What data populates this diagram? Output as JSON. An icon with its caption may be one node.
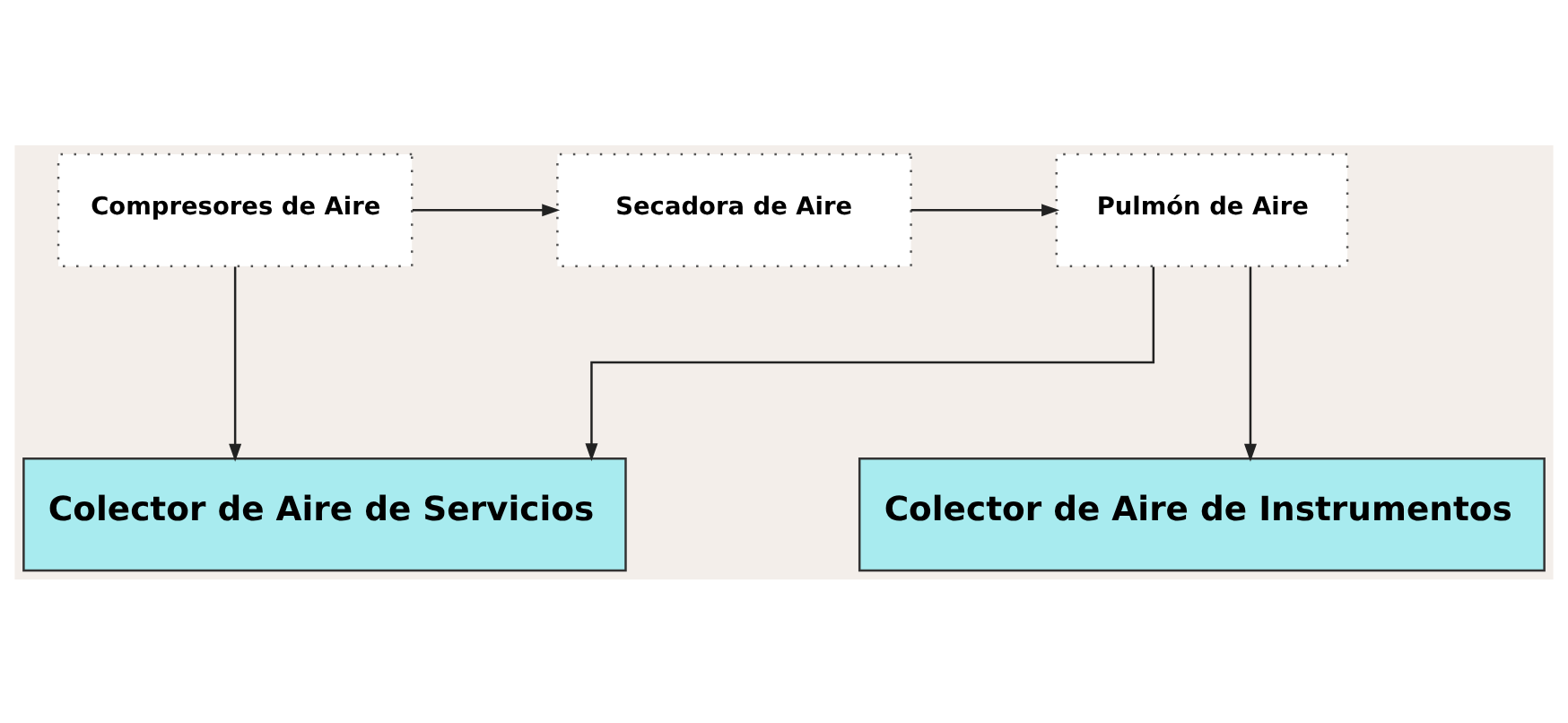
{
  "diagram": {
    "nodes": [
      {
        "text": [
          "Compresores de Aire"
        ]
      },
      {
        "text": [
          "Secadora de Aire"
        ]
      },
      {
        "text": [
          "Pulmón de Aire"
        ]
      },
      {
        "text": [
          "Colector de Aire de Servicios"
        ]
      },
      {
        "text": [
          "Colector de Aire de Instrumentos"
        ]
      }
    ],
    "edges": [
      {
        "from": 0,
        "to": 1,
        "arrow": "to"
      },
      {
        "from": 1,
        "to": 2,
        "arrow": "to"
      },
      {
        "from": 0,
        "to": 3,
        "arrow": "to"
      },
      {
        "from": 2,
        "to": 3,
        "arrow": "to"
      },
      {
        "from": 2,
        "to": 4,
        "arrow": "to"
      }
    ]
  }
}
